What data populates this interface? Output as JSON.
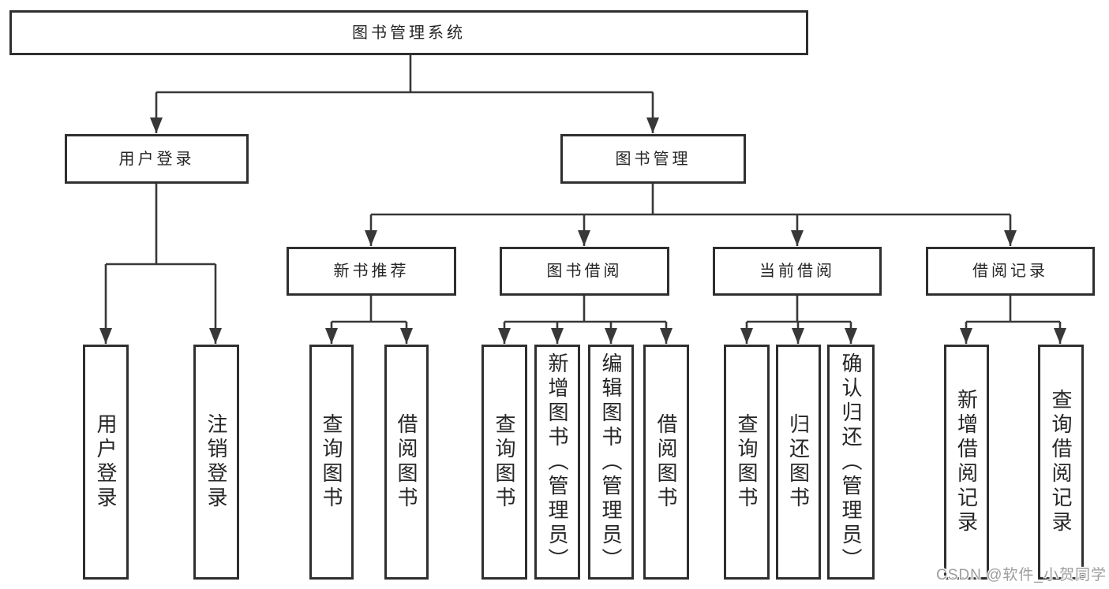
{
  "diagram": {
    "root": {
      "label": "图书管理系统"
    },
    "level2": [
      {
        "label": "用户登录"
      },
      {
        "label": "图书管理"
      }
    ],
    "level3": [
      {
        "label": "新书推荐"
      },
      {
        "label": "图书借阅"
      },
      {
        "label": "当前借阅"
      },
      {
        "label": "借阅记录"
      }
    ],
    "leaves": {
      "user_login": [
        {
          "label": "用户登录"
        },
        {
          "label": "注销登录"
        }
      ],
      "new_books": [
        {
          "label": "查询图书"
        },
        {
          "label": "借阅图书"
        }
      ],
      "book_borrow": [
        {
          "label": "查询图书"
        },
        {
          "label": "新增图书（管理员）"
        },
        {
          "label": "编辑图书（管理员）"
        },
        {
          "label": "借阅图书"
        }
      ],
      "current_borrow": [
        {
          "label": "查询图书"
        },
        {
          "label": "归还图书"
        },
        {
          "label": "确认归还（管理员）"
        }
      ],
      "borrow_records": [
        {
          "label": "新增借阅记录"
        },
        {
          "label": "查询借阅记录"
        }
      ]
    },
    "colors": {
      "line": "#383838",
      "box_border": "#2f2f2f",
      "text": "#262626",
      "background": "#ffffff",
      "watermark_text": "#9d9d9d"
    }
  },
  "watermark": {
    "text": "CSDN @软件_小贺同学"
  }
}
